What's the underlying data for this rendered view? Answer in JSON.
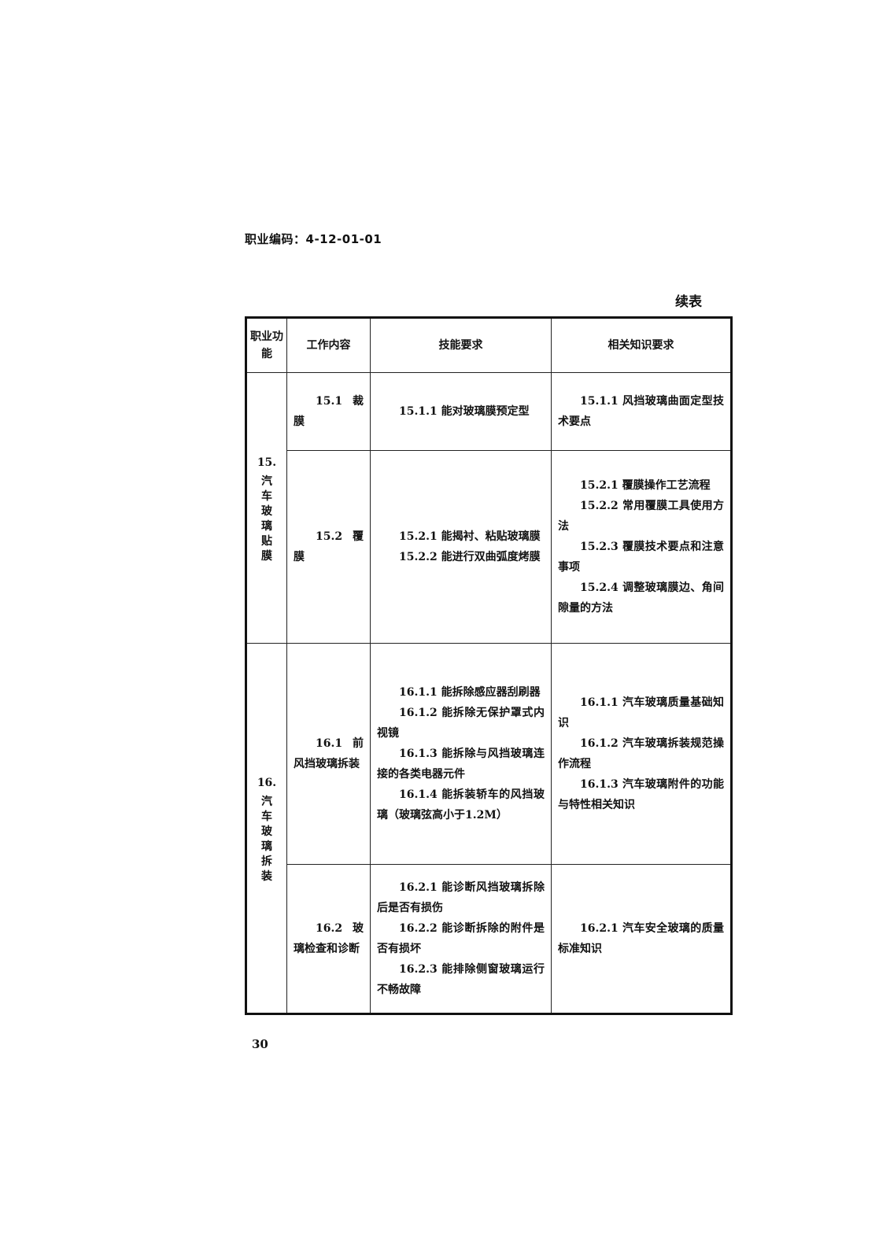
{
  "header": {
    "occupation_code": "职业编码：4-12-01-01"
  },
  "continued_label": "续表",
  "table": {
    "columns": [
      "职业功能",
      "工作内容",
      "技能要求",
      "相关知识要求"
    ],
    "groups": [
      {
        "function": {
          "number": "15.",
          "name": "汽车玻璃贴膜"
        },
        "rows": [
          {
            "work": "15.1 裁膜",
            "skills": [
              "15.1.1 能对玻璃膜预定型"
            ],
            "knowledge": [
              "15.1.1 风挡玻璃曲面定型技术要点"
            ]
          },
          {
            "work": "15.2 覆膜",
            "skills": [
              "15.2.1 能揭衬、粘贴玻璃膜",
              "15.2.2 能进行双曲弧度烤膜"
            ],
            "knowledge": [
              "15.2.1 覆膜操作工艺流程",
              "15.2.2 常用覆膜工具使用方法",
              "15.2.3 覆膜技术要点和注意事项",
              "15.2.4 调整玻璃膜边、角间隙量的方法"
            ]
          }
        ]
      },
      {
        "function": {
          "number": "16.",
          "name": "汽车玻璃拆装"
        },
        "rows": [
          {
            "work": "16.1 前风挡玻璃拆装",
            "skills": [
              "16.1.1 能拆除感应器刮刷器",
              "16.1.2 能拆除无保护罩式内视镜",
              "16.1.3 能拆除与风挡玻璃连接的各类电器元件",
              "16.1.4 能拆装轿车的风挡玻璃（玻璃弦高小于1.2M）"
            ],
            "knowledge": [
              "16.1.1 汽车玻璃质量基础知识",
              "16.1.2 汽车玻璃拆装规范操作流程",
              "16.1.3 汽车玻璃附件的功能与特性相关知识"
            ]
          },
          {
            "work": "16.2 玻璃检查和诊断",
            "skills": [
              "16.2.1 能诊断风挡玻璃拆除后是否有损伤",
              "16.2.2 能诊断拆除的附件是否有损坏",
              "16.2.3 能排除侧窗玻璃运行不畅故障"
            ],
            "knowledge": [
              "16.2.1 汽车安全玻璃的质量标准知识"
            ]
          }
        ]
      }
    ]
  },
  "footer": {
    "page_number": "30"
  }
}
